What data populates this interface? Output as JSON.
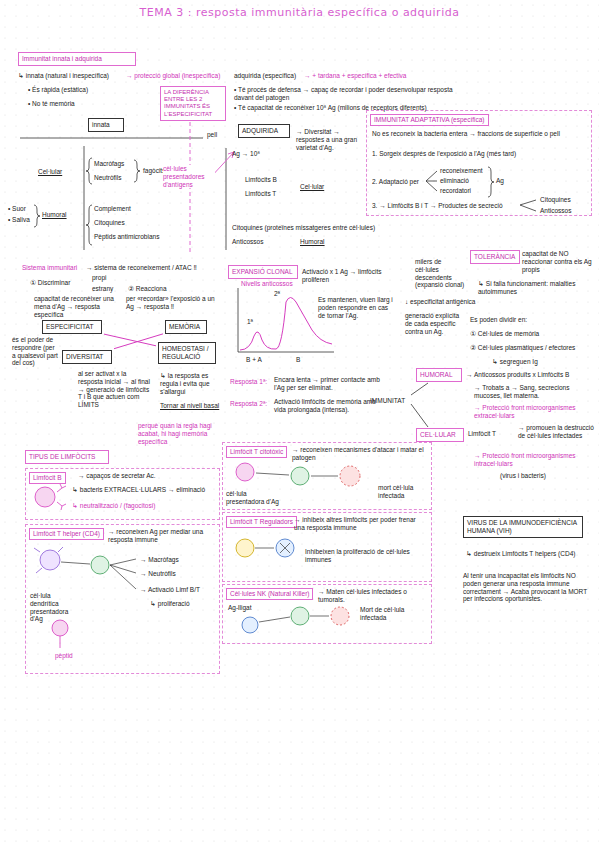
{
  "diagram": {
    "title": "TEMA 3 : resposta immunitària específica o adquirida",
    "nodes": [
      {
        "text": [
          "Immunitat innata i adquirida"
        ]
      },
      {
        "text": [
          "innata"
        ]
      },
      {
        "text": [
          "LA DIFERÈNCIA ENTRE LES 2 IMMUNITATS ÉS L'ESPECIFICITAT"
        ]
      },
      {
        "text": [
          "ADQUIRIDA"
        ]
      },
      {
        "text": [
          "IMMUNITAT ADAPTATIVA (específica)"
        ]
      },
      {
        "text": [
          "ESPECIFICITAT"
        ]
      },
      {
        "text": [
          "MEMÒRIA"
        ]
      },
      {
        "text": [
          "DIVERSITAT"
        ]
      },
      {
        "text": [
          "HOMEOSTASI / REGULACIÓ"
        ]
      },
      {
        "text": [
          "EXPANSIÓ CLONAL"
        ]
      },
      {
        "text": [
          "TOLERÀNCIA"
        ]
      },
      {
        "text": [
          "HUMORAL"
        ]
      },
      {
        "text": [
          "CEL·LULAR"
        ]
      },
      {
        "text": [
          "TIPUS DE LIMFÒCITS"
        ]
      },
      {
        "text": [
          "Limfòcit B"
        ]
      },
      {
        "text": [
          "Limfòcit T helper (CD4)"
        ]
      },
      {
        "text": [
          "Limfòcit T citotòxic"
        ]
      },
      {
        "text": [
          "Limfòcit T Reguladors"
        ]
      },
      {
        "text": [
          "Cèl·lules NK (Natural Killer)"
        ]
      },
      {
        "text": [
          "VIRUS DE LA IMMUNODEFICIÈNCIA HUMANA (VIH)"
        ]
      }
    ],
    "edges": [
      {
        "from": 5,
        "to": 8,
        "arrow": "none"
      },
      {
        "from": 6,
        "to": 7,
        "arrow": "none"
      }
    ],
    "labels": [
      "↳ innata (natural i inespecífica)",
      "→ protecció global (inespecífica)",
      "adquirida (específica)",
      "→ + tardana + específica + efectiva",
      "• És ràpida (estàtica)",
      "• No té memòria",
      "• Té procés de defensa → capaç de recordar i poder desenvolupar resposta davant del patogen",
      "• Té capacitat de reconèixer 10⁸ Ag (milions de receptors diferents)",
      "pell",
      "Cel·lular",
      "Macròfags",
      "Neutròfils",
      "fagòcits",
      "• Suor",
      "• Saliva",
      "Humoral",
      "Complement",
      "Citoquines",
      "Pèptids antimicrobians",
      "cèl·lules presentadores d'antígens",
      "Ag → 10⁸",
      "→ Diversitat → respostes a una gran varietat d'Ag.",
      "Limfòcits B",
      "Limfòcits T",
      "Cel·lular",
      "Citoquines (proteïnes missatgeres entre cèl·lules)",
      "Anticossos",
      "Humoral",
      "No es reconeix la bacteria entera → fraccions de superfície o pell",
      "1. Sorgeix després de l'exposició a l'Ag (més tard)",
      "2. Adaptació per",
      "reconeixement",
      "eliminació",
      "recordatori",
      "Ag",
      "3. → Limfòcits B i T → Productes de secreció",
      "Citoquines",
      "Anticossos",
      "Sistema immunitari",
      "→ sistema de reconeixement / ATAC ‼",
      "① Discriminar",
      "propi",
      "estrany",
      "② Reacciona",
      "capacitat de reconèixer una mena d'Ag → resposta específica",
      "per «recordar» l'exposició a un Ag → resposta ‼",
      "és el poder de respondre (per a qualsevol part del cos)",
      "al ser activat x la resposta inicial → al final → generació de limfòcits T i B que actuen com LÍMITS",
      "↳ la resposta es regula i evita que s'allargui",
      "Tornar al nivell basal",
      "perquè quan la regla hagi acabat, hi hagi memòria específica",
      "Activació x 1 Ag → limfòcits proliferen",
      "milers de cèl·lules descendents (expansió clonal)",
      "↓ especificitat antigènica",
      "generació explícita de cada específic contra un Ag.",
      "Nivells anticossos",
      "1ª",
      "2ª",
      "Es mantenen, viuen llarg i poden respondre en cas de tornar l'Ag.",
      "B + A",
      "B",
      "Resposta 1ª:",
      "Encara lenta → primer contacte amb l'Ag per ser eliminat.",
      "Resposta 2ª:",
      "Activació limfòcits de memòria amb vida prolongada (intensa).",
      "capacitat de NO reaccionar contra els Ag propis",
      "↳ Si falla funcionament: malalties autoimmunes",
      "Es poden dividir en:",
      "① Cèl·lules de memòria",
      "② Cèl·lules plasmàtiques / efectores",
      "↳ segreguen Ig",
      "IMMUNITAT",
      "→ Anticossos produïts x Limfòcits B",
      "→ Trobats a → Sang, secrecions mucoses, llet materna.",
      "→ Protecció front microorganismes extracel·lulars",
      "Limfòcit T",
      "→ promouen la destrucció de cèl·lules infectades",
      "→ Protecció front microorganismes intracel·lulars",
      "(virus i bacteris)",
      "→ capaços de secretar Ac.",
      "↳ bacteris EXTRACEL·LULARS → eliminació",
      "↳ neutralització / (fagocitosi)",
      "→ reconeixen Ag per mediar una resposta immune",
      "→ Macròfags",
      "→ Neutròfils",
      "→ Activació Limf B/T",
      "↳ proliferació",
      "cèl·lula dendrítica presentadora d'Ag",
      "pèptid",
      "→ reconeixen mecanismes d'atacar i matar el patogen",
      "cèl·lula presentadora d'Ag",
      "mort cèl·lula infectada",
      "→ inhibeix altres limfòcits per poder frenar una resposta immune",
      "Inhibeixen la proliferació de cèl·lules immunes",
      "→ Maten cèl·lules infectades o tumorals.",
      "Ag-lligat",
      "Mort de cèl·lula infectada",
      "↳ destrueix Limfòcits T helpers (CD4)",
      "Al tenir una incapacitat els limfòcits NO poden generar una resposta immune correctament → Acaba provocant la MORT per infeccions oportunistes."
    ]
  }
}
